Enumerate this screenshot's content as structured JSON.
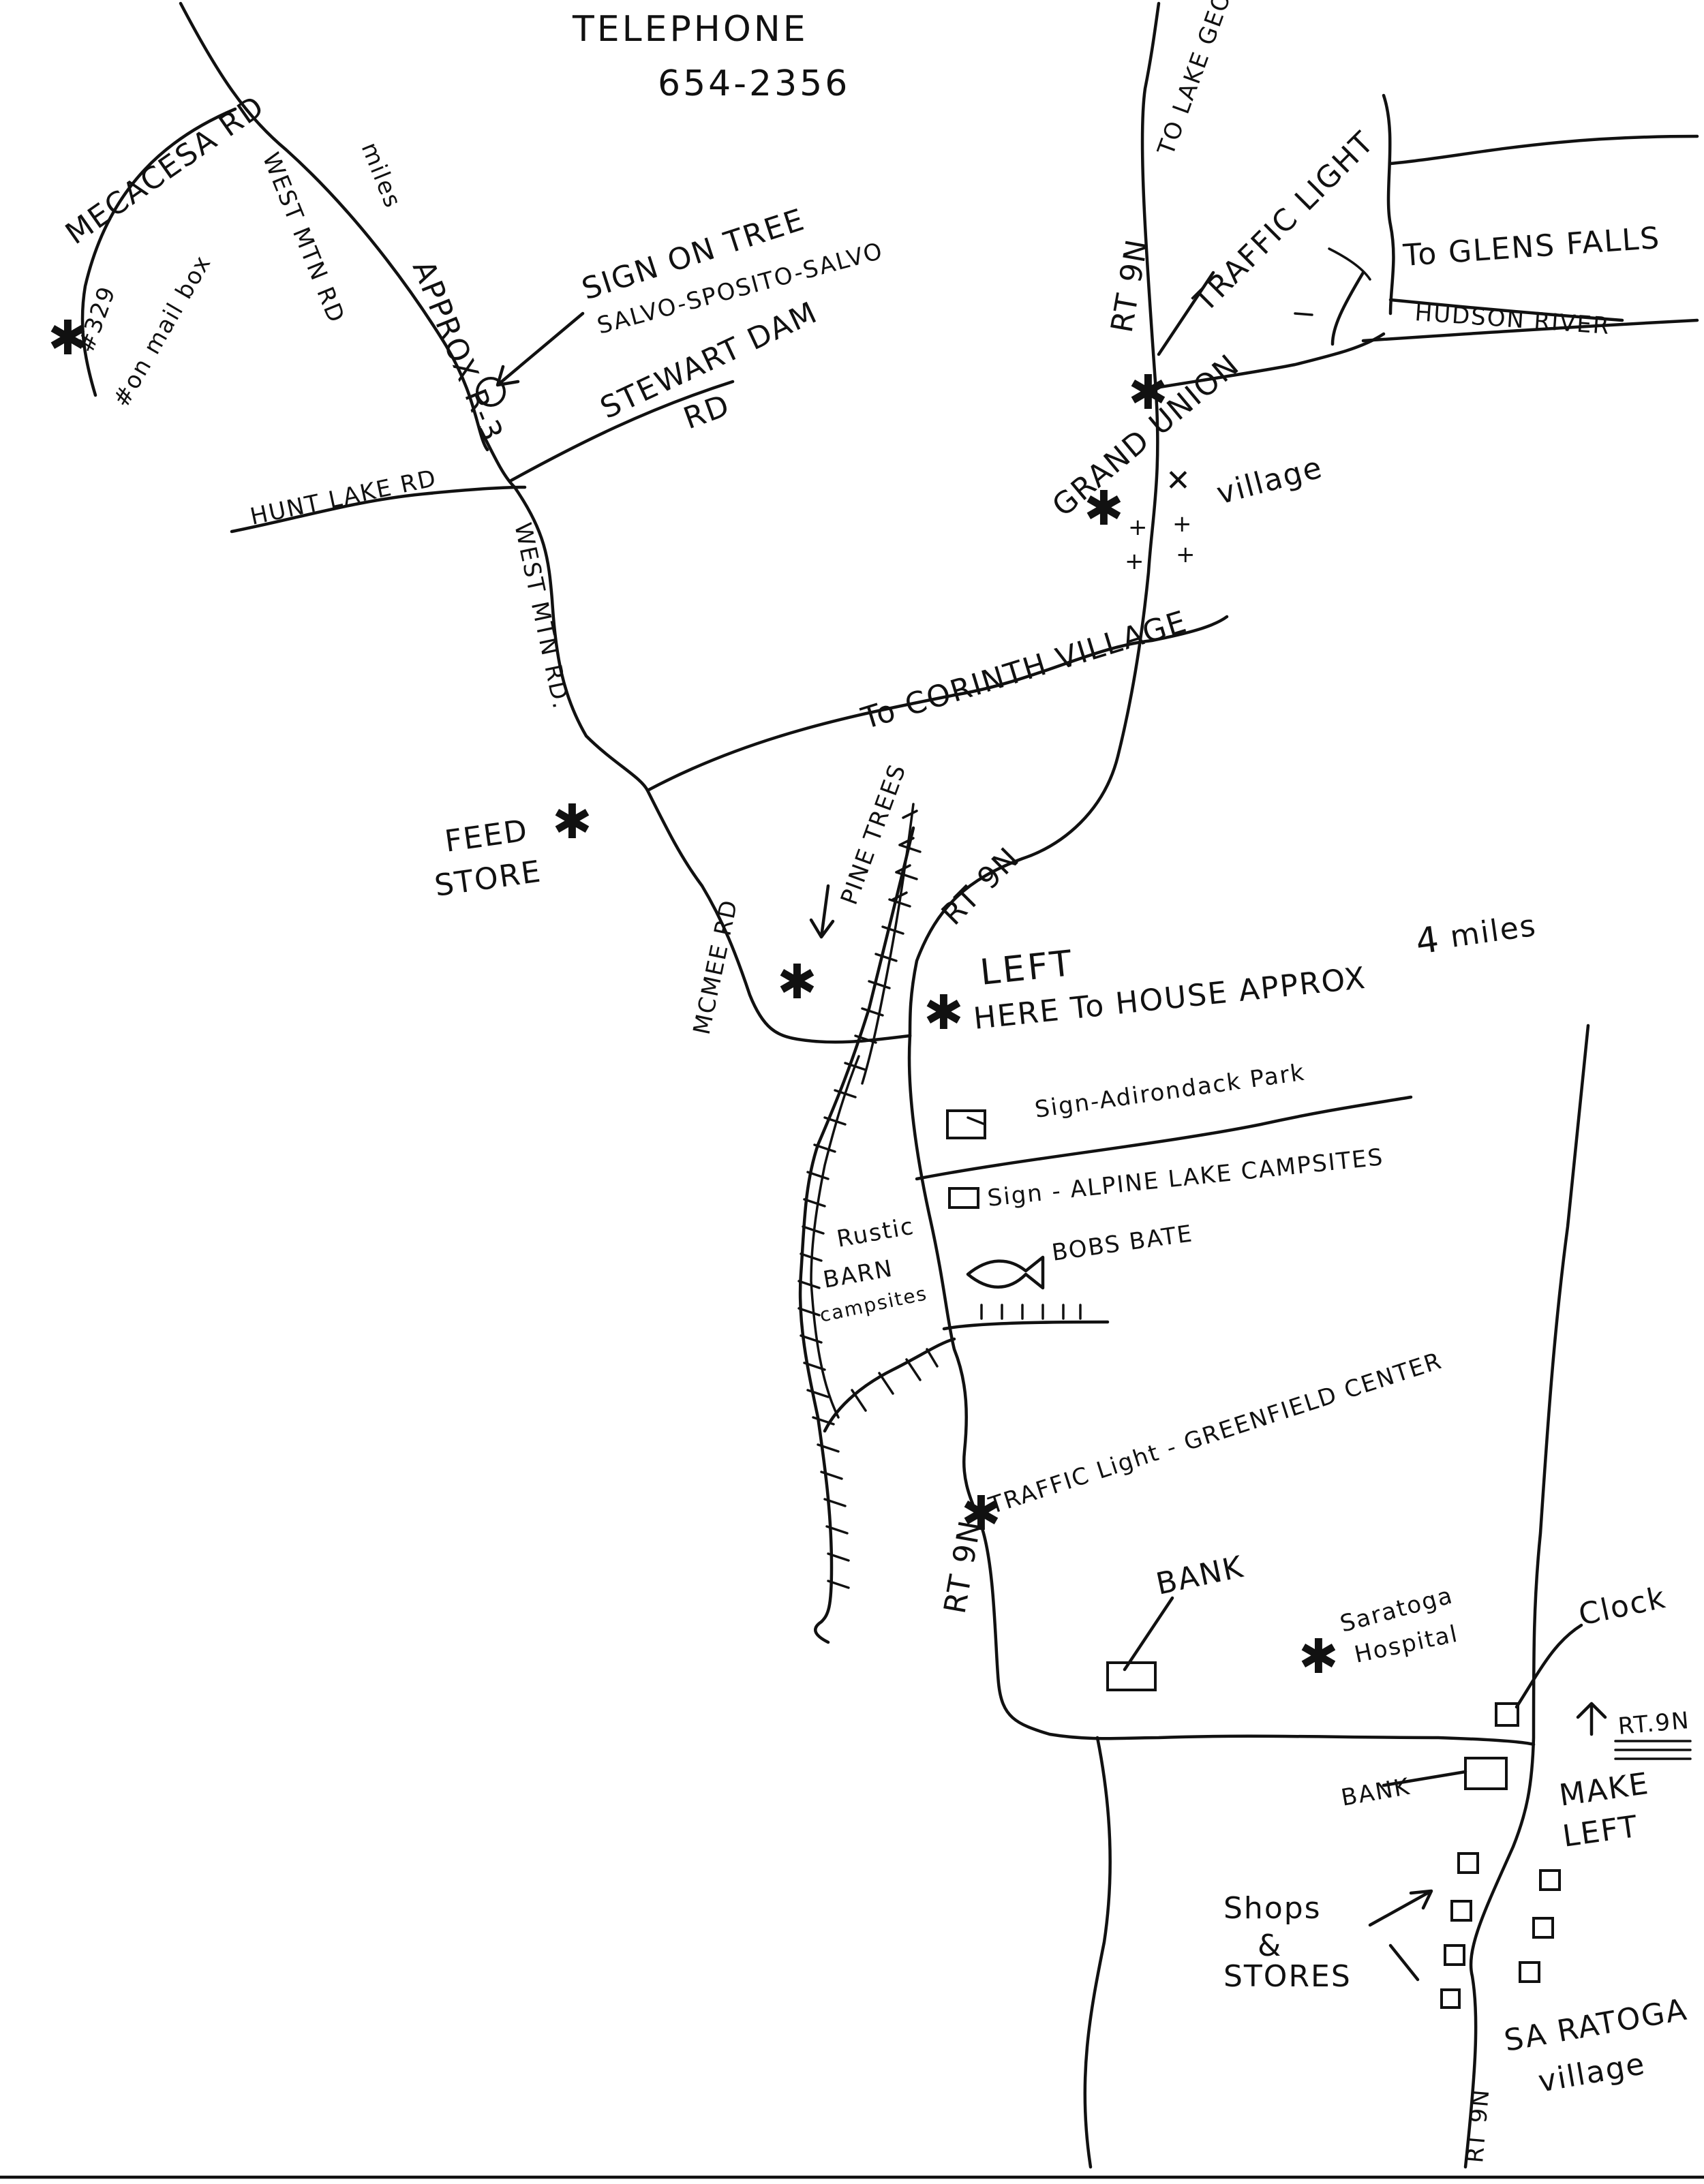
{
  "telephone": {
    "label": "TELEPHONE",
    "number": "654-2356"
  },
  "roads": {
    "mecacesa_rd": "MECACESA RD",
    "west_mtn_rd_upper": "WEST MTN RD",
    "miles": "miles",
    "approx_3": "APPROX R-3",
    "stewart_dam": "STEWART DAM",
    "rd": "RD",
    "hunt_lake_rd": "HUNT LAKE RD",
    "west_mtn_rd_lower": "WEST MTN RD.",
    "to_corinth_village": "To CORINTH VILLAGE",
    "mcmee_rd": "MCMEE RD",
    "rt_9n_upper": "RT 9N",
    "rt_9n_middle": "RT 9N",
    "rt_9n_lower": "RT 9N",
    "rt_9n_bottom": "RT 9N",
    "to_lake_george": "TO LAKE GEORGE",
    "to_glens_falls": "To GLENS FALLS",
    "hudson_river": "HUDSON RIVER",
    "rt_9n_sign": "RT.9N"
  },
  "landmarks": {
    "sign_on_tree_1": "SIGN ON TREE",
    "sign_on_tree_2": "SALVO-SPOSITO-SALVO",
    "on_mail_box_1": "#329",
    "on_mail_box_2": "#on mail box",
    "traffic_light_top": "TRAFFIC LIGHT",
    "grand_union": "GRAND UNION",
    "village": "village",
    "feed_store_1": "FEED",
    "feed_store_2": "STORE",
    "pine_trees": "PINE TREES",
    "left_here_1": "LEFT",
    "left_here_2": "HERE To HOUSE APPROX",
    "four": "4",
    "miles_end": "miles",
    "sign_adirondack": "Sign-Adirondack Park",
    "sign_alpine": "Sign - ALPINE LAKE CAMPSITES",
    "bobs_bait": "BOBS BATE",
    "rustic_barn_1": "Rustic",
    "rustic_barn_2": "BARN",
    "rustic_barn_3": "campsites",
    "traffic_light_greenfield": "-TRAFFIC Light - GREENFIELD CENTER",
    "bank_upper": "BANK",
    "saratoga_hospital_1": "Saratoga",
    "saratoga_hospital_2": "Hospital",
    "clock": "Clock",
    "make_left_1": "MAKE",
    "make_left_2": "LEFT",
    "bank_lower": "BANK",
    "shops_1": "Shops",
    "shops_2": "&",
    "shops_3": "STORES",
    "saratoga_village_1": "SA RATOGA",
    "saratoga_village_2": "village"
  }
}
